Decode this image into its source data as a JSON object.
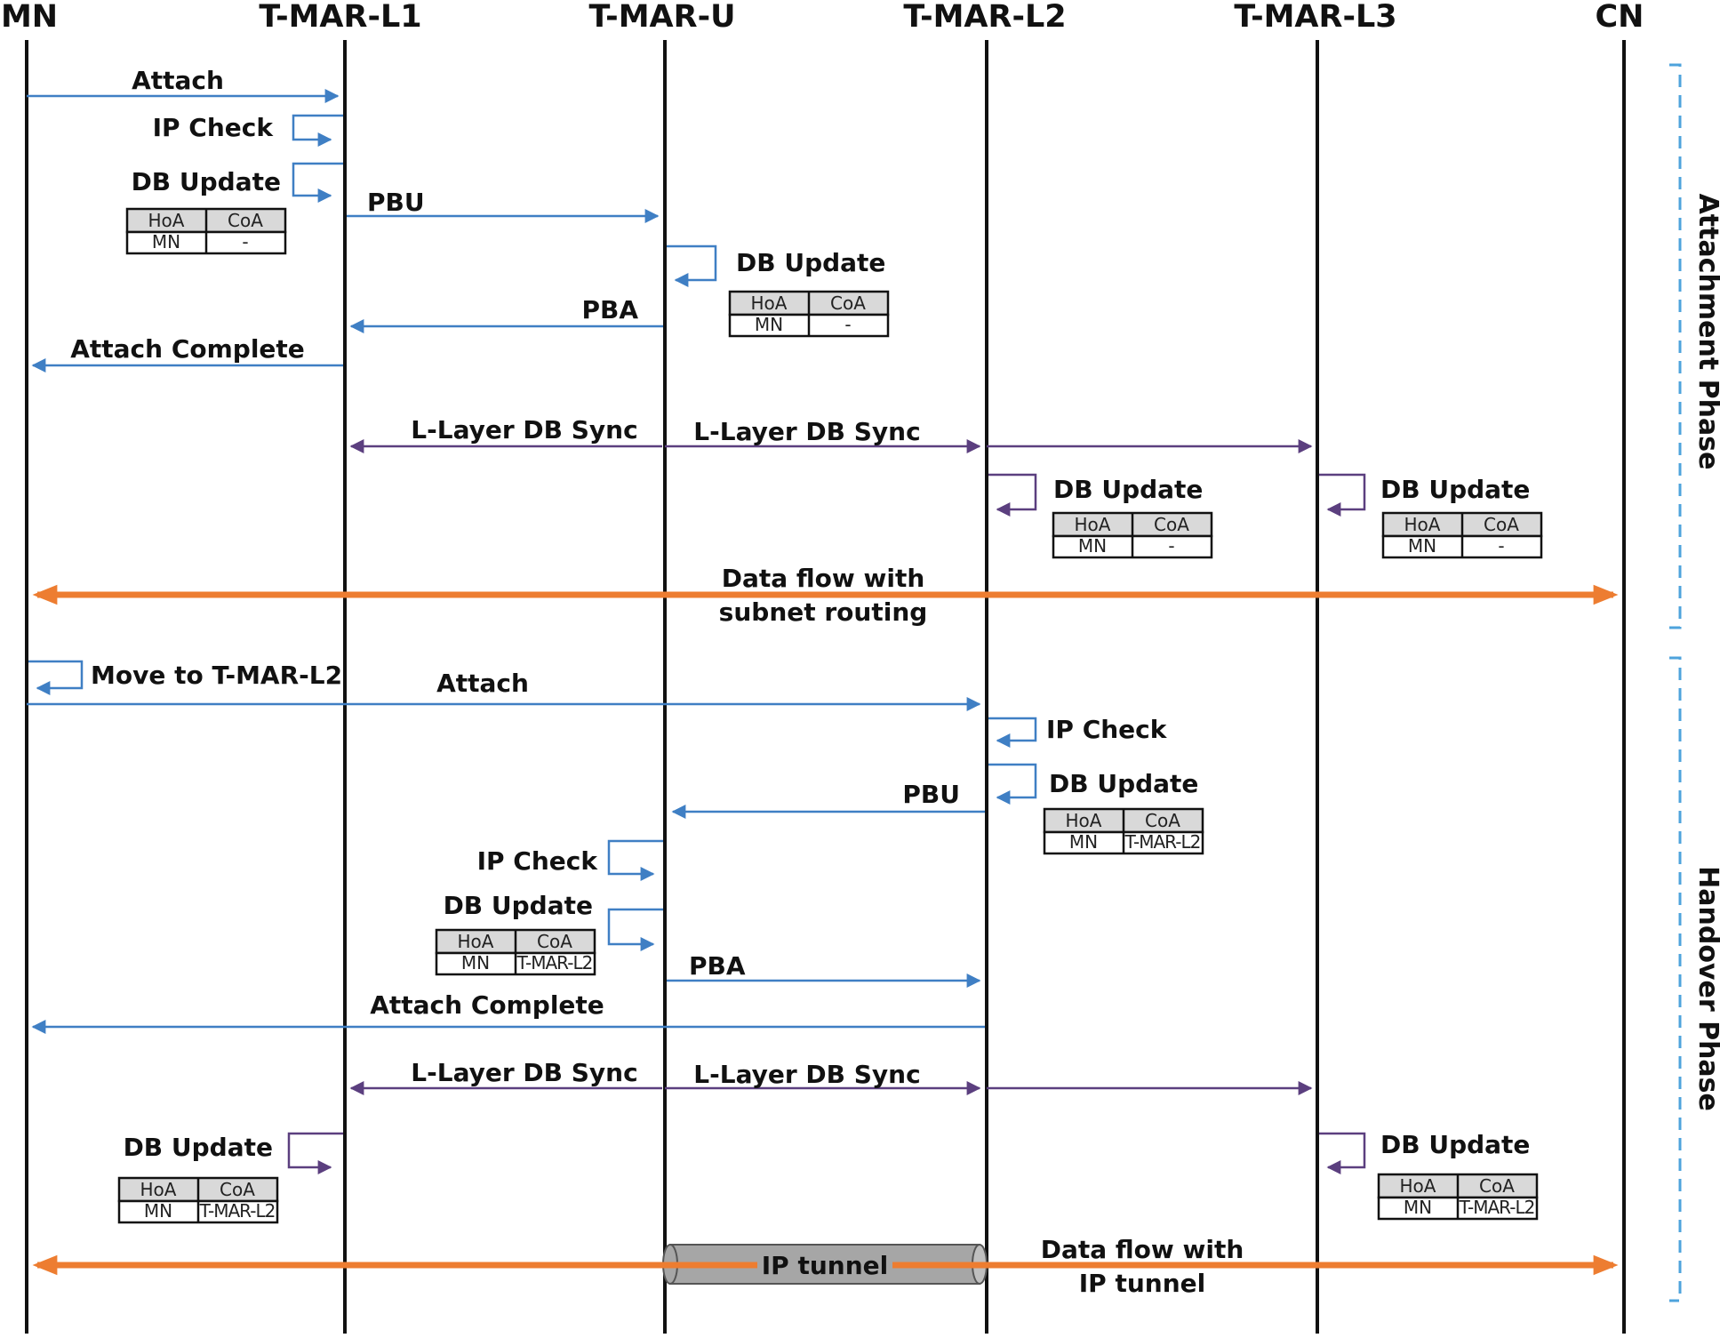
{
  "entities": [
    "MN",
    "T-MAR-L1",
    "T-MAR-U",
    "T-MAR-L2",
    "T-MAR-L3",
    "CN"
  ],
  "phases": [
    "Attachment Phase",
    "Handover Phase"
  ],
  "labels": {
    "attach": "Attach",
    "ip_check": "IP Check",
    "db_update": "DB Update",
    "pbu": "PBU",
    "pba": "PBA",
    "attach_complete": "Attach Complete",
    "l_layer_db_sync": "L-Layer DB Sync",
    "data_flow_with": "Data flow with",
    "subnet_routing": "subnet routing",
    "ip_tunnel_line": "IP tunnel",
    "move_to_l2": "Move to T-MAR-L2",
    "ip_tunnel": "IP tunnel"
  },
  "table": {
    "headers": [
      "HoA",
      "CoA"
    ],
    "mn": "MN",
    "coa_none": "-",
    "coa_l2": "T-MAR-L2"
  },
  "colors": {
    "lifeline": "#111111",
    "message": "#3f7fc4",
    "sync": "#5b3f7f",
    "data_flow": "#ed7d31",
    "phase_bracket": "#4ea3dc",
    "table_header": "#d9d9d9",
    "tunnel": "#a6a6a6"
  }
}
